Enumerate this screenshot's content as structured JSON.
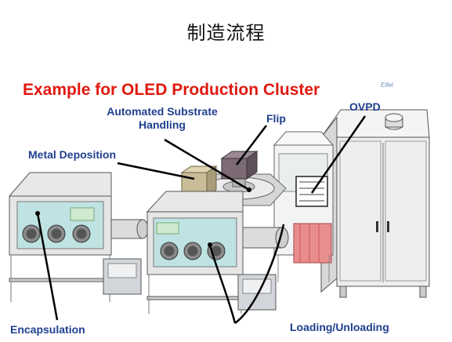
{
  "page_title": "制造流程",
  "banner_title": "Example for OLED Production Cluster",
  "corner_logo": "Eifel",
  "labels": {
    "automated_substrate_handling_line1": "Automated Substrate",
    "automated_substrate_handling_line2": "Handling",
    "flip": "Flip",
    "ovpd": "OVPD",
    "metal_deposition": "Metal Deposition",
    "encapsulation": "Encapsulation",
    "loading_unloading": "Loading/Unloading"
  },
  "colors": {
    "title_red": "#e0190f",
    "label_blue": "#1f3f8f",
    "pointer_line": "#000000",
    "glovebox_window": "#bfe3e3",
    "metal_box": "#c9bd97",
    "flip_box": "#7c6a74",
    "loading_chamber": "#e88e8e",
    "cabinet": "#eeeeee"
  }
}
